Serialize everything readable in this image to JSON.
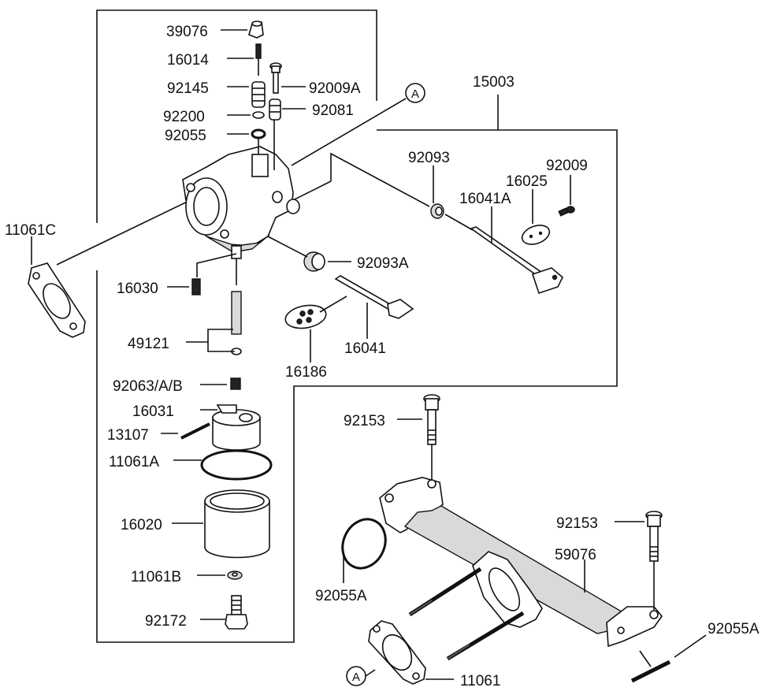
{
  "diagram": {
    "callout_marker": "A",
    "labels": {
      "p39076": "39076",
      "p16014": "16014",
      "p92145": "92145",
      "p92009A": "92009A",
      "p92200": "92200",
      "p92081": "92081",
      "p92055": "92055",
      "p11061C": "11061C",
      "p16030": "16030",
      "p92093A": "92093A",
      "p49121": "49121",
      "p92063": "92063/A/B",
      "p16031": "16031",
      "p13107": "13107",
      "p11061A": "11061A",
      "p16020": "16020",
      "p11061B": "11061B",
      "p92172": "92172",
      "p15003": "15003",
      "p92093": "92093",
      "p92009": "92009",
      "p16025": "16025",
      "p16041A": "16041A",
      "p16186": "16186",
      "p16041": "16041",
      "p92153a": "92153",
      "p92153b": "92153",
      "p59076": "59076",
      "p92055Aa": "92055A",
      "p92055Ab": "92055A",
      "p11061": "11061"
    }
  }
}
